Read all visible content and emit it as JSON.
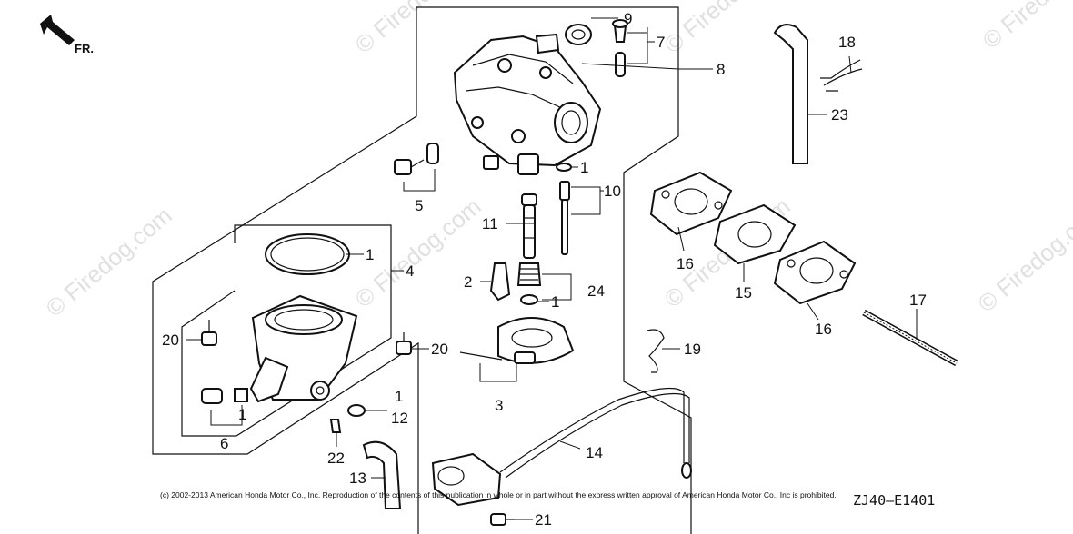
{
  "diagram": {
    "direction_label": "FR.",
    "callouts": {
      "c1a": "1",
      "c1b": "1",
      "c1c": "1",
      "c1d": "1",
      "c1e": "1",
      "c2": "2",
      "c3": "3",
      "c4": "4",
      "c5": "5",
      "c6": "6",
      "c7": "7",
      "c8": "8",
      "c9": "9",
      "c10": "10",
      "c11": "11",
      "c12": "12",
      "c13": "13",
      "c14": "14",
      "c15": "15",
      "c16a": "16",
      "c16b": "16",
      "c17": "17",
      "c18": "18",
      "c19": "19",
      "c20a": "20",
      "c20b": "20",
      "c21": "21",
      "c22": "22",
      "c23": "23",
      "c24": "24"
    },
    "copyright": "(c) 2002-2013 American Honda Motor Co., Inc. Reproduction of the contents of this publication in whole or in part without the express written approval of American Honda Motor Co., Inc is prohibited.",
    "drawing_code": "ZJ40—E1401",
    "watermark": "© Firedog.com"
  }
}
